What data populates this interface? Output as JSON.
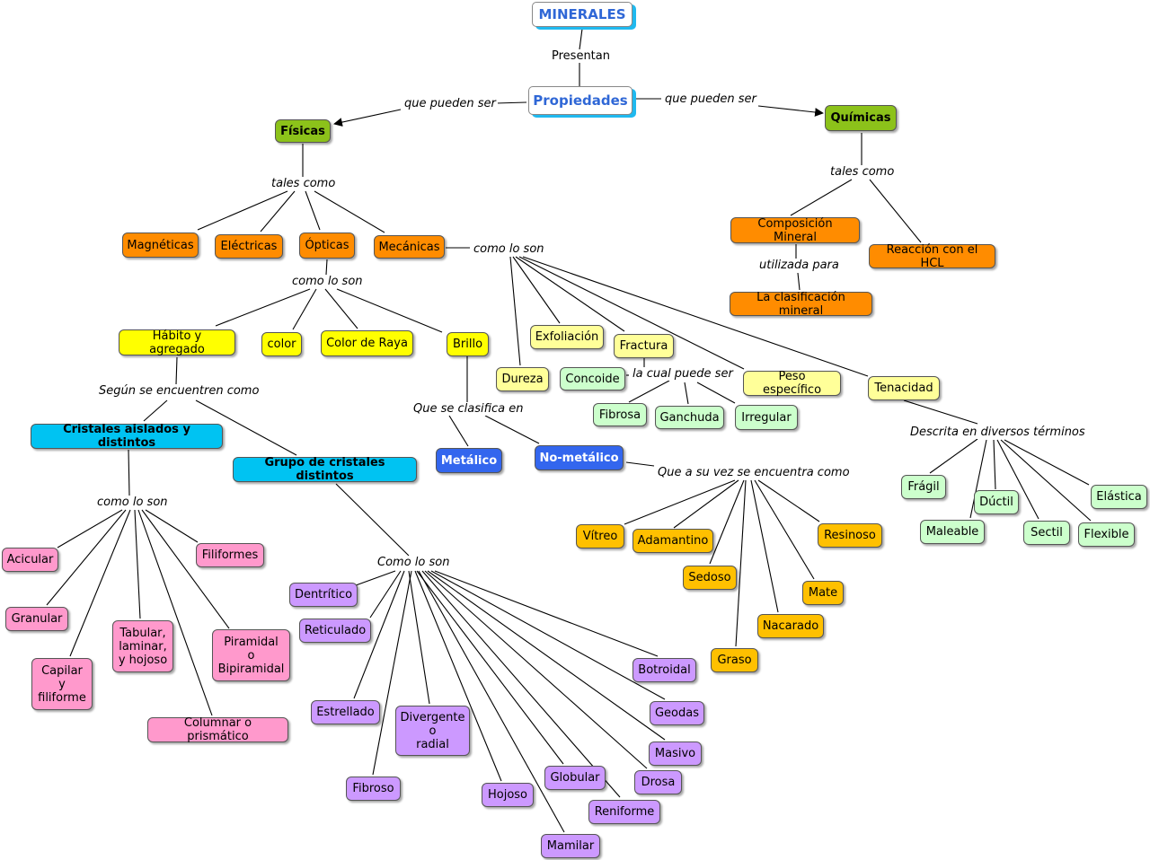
{
  "colors": {
    "green": "#8cc21a",
    "orange": "#ff8c00",
    "yellow": "#ffff00",
    "cyan": "#00c3f2",
    "blue": "#3366ee",
    "lightyellow": "#ffff99",
    "lightgreen": "#ccffcc",
    "amber": "#ffc000",
    "pink": "#ff99cc",
    "purple": "#cc99ff"
  },
  "nodes": [
    {
      "id": "minerales",
      "text": "MINERALES"
    },
    {
      "id": "propiedades",
      "text": "Propiedades"
    },
    {
      "id": "fisicas",
      "text": "Físicas"
    },
    {
      "id": "quimicas",
      "text": "Químicas"
    },
    {
      "id": "magneticas",
      "text": "Magnéticas"
    },
    {
      "id": "electricas",
      "text": "Eléctricas"
    },
    {
      "id": "opticas",
      "text": "Ópticas"
    },
    {
      "id": "mecanicas",
      "text": "Mecánicas"
    },
    {
      "id": "comp_mineral",
      "text": "Composición Mineral"
    },
    {
      "id": "reaccion_hcl",
      "text": "Reacción con el HCL"
    },
    {
      "id": "clasif_mineral",
      "text": "La clasificación mineral"
    },
    {
      "id": "habito",
      "text": "Hábito y agregado"
    },
    {
      "id": "color",
      "text": "color"
    },
    {
      "id": "color_raya",
      "text": "Color de Raya"
    },
    {
      "id": "brillo",
      "text": "Brillo"
    },
    {
      "id": "exfoliacion",
      "text": "Exfoliación"
    },
    {
      "id": "fractura",
      "text": "Fractura"
    },
    {
      "id": "dureza",
      "text": "Dureza"
    },
    {
      "id": "peso_esp",
      "text": "Peso específico"
    },
    {
      "id": "tenacidad",
      "text": "Tenacidad"
    },
    {
      "id": "concoide",
      "text": "Concoide"
    },
    {
      "id": "fibrosa",
      "text": "Fibrosa"
    },
    {
      "id": "ganchuda",
      "text": "Ganchuda"
    },
    {
      "id": "irregular",
      "text": "Irregular"
    },
    {
      "id": "cristales",
      "text": "Cristales aislados y distintos"
    },
    {
      "id": "grupo",
      "text": "Grupo de cristales distintos"
    },
    {
      "id": "metalico",
      "text": "Metálico"
    },
    {
      "id": "nometalico",
      "text": "No-metálico"
    },
    {
      "id": "fragil",
      "text": "Frágil"
    },
    {
      "id": "ductil",
      "text": "Dúctil"
    },
    {
      "id": "elastica",
      "text": "Elástica"
    },
    {
      "id": "maleable",
      "text": "Maleable"
    },
    {
      "id": "sectil",
      "text": "Sectil"
    },
    {
      "id": "flexible",
      "text": "Flexible"
    },
    {
      "id": "vitreo",
      "text": "Vítreo"
    },
    {
      "id": "adamantino",
      "text": "Adamantino"
    },
    {
      "id": "resinoso",
      "text": "Resinoso"
    },
    {
      "id": "sedoso",
      "text": "Sedoso"
    },
    {
      "id": "mate",
      "text": "Mate"
    },
    {
      "id": "nacarado",
      "text": "Nacarado"
    },
    {
      "id": "graso",
      "text": "Graso"
    },
    {
      "id": "acicular",
      "text": "Acicular"
    },
    {
      "id": "filiformes",
      "text": "Filiformes"
    },
    {
      "id": "granular",
      "text": "Granular"
    },
    {
      "id": "tabular",
      "text": "Tabular,\nlaminar,\ny hojoso"
    },
    {
      "id": "piramidal",
      "text": "Piramidal\no\nBipiramidal"
    },
    {
      "id": "capilar",
      "text": "Capilar\ny\nfiliforme"
    },
    {
      "id": "columnar",
      "text": "Columnar o prismático"
    },
    {
      "id": "dentritico",
      "text": "Dentrítico"
    },
    {
      "id": "reticulado",
      "text": "Reticulado"
    },
    {
      "id": "estrellado",
      "text": "Estrellado"
    },
    {
      "id": "divergente",
      "text": "Divergente\no\nradial"
    },
    {
      "id": "fibroso",
      "text": "Fibroso"
    },
    {
      "id": "hojoso",
      "text": "Hojoso"
    },
    {
      "id": "globular",
      "text": "Globular"
    },
    {
      "id": "mamilar",
      "text": "Mamilar"
    },
    {
      "id": "reniforme",
      "text": "Reniforme"
    },
    {
      "id": "drosa",
      "text": "Drosa"
    },
    {
      "id": "masivo",
      "text": "Masivo"
    },
    {
      "id": "geodas",
      "text": "Geodas"
    },
    {
      "id": "botroidal",
      "text": "Botroidal"
    }
  ],
  "labels": [
    {
      "id": "presentan",
      "text": "Presentan"
    },
    {
      "id": "qps_left",
      "text": "que pueden ser"
    },
    {
      "id": "qps_right",
      "text": "que pueden ser"
    },
    {
      "id": "tales_fis",
      "text": "tales como"
    },
    {
      "id": "tales_qui",
      "text": "tales como"
    },
    {
      "id": "utilizada",
      "text": "utilizada para"
    },
    {
      "id": "cls_opt",
      "text": "como lo son"
    },
    {
      "id": "cls_mec",
      "text": "como lo son"
    },
    {
      "id": "segun",
      "text": "Según se encuentren como"
    },
    {
      "id": "cual_puede",
      "text": "la cual puede ser"
    },
    {
      "id": "clasifica",
      "text": "Que se clasifica en"
    },
    {
      "id": "descrita",
      "text": "Descrita en diversos términos"
    },
    {
      "id": "a_su_vez",
      "text": "Que a su vez se encuentra como"
    },
    {
      "id": "cls_crist",
      "text": "como lo son"
    },
    {
      "id": "cls_grupo",
      "text": "Como lo son"
    }
  ]
}
